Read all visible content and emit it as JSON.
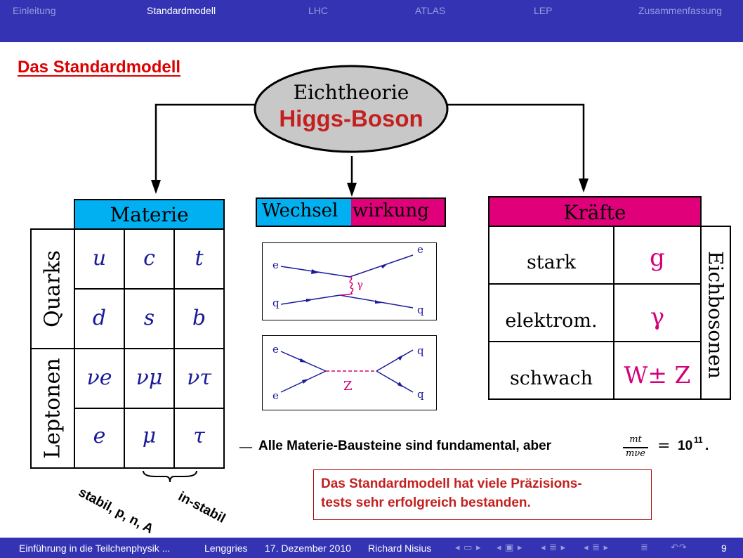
{
  "nav": {
    "items": [
      "Einleitung",
      "Standardmodell",
      "LHC",
      "ATLAS",
      "LEP",
      "Zusammenfassung"
    ],
    "active": "Standardmodell"
  },
  "slide_title": "Das Standardmodell",
  "center": {
    "line1": "Eichtheorie",
    "line2": "Higgs-Boson"
  },
  "materie": {
    "header": "Materie",
    "quarks_label": "Quarks",
    "leptonen_label": "Leptonen",
    "rows": [
      [
        "u",
        "c",
        "t"
      ],
      [
        "d",
        "s",
        "b"
      ],
      [
        "νe",
        "νμ",
        "ντ"
      ],
      [
        "e",
        "μ",
        "τ"
      ]
    ],
    "stable_note": "stabil, p, n, A",
    "unstable_note": "in-stabil"
  },
  "wechselwirkung": {
    "header_part1": "Wechsel",
    "header_part2": "wirkung",
    "diagram1": {
      "e_in": "e",
      "q_in": "q",
      "e_out": "e",
      "q_out": "q",
      "boson": "γ"
    },
    "diagram2": {
      "e_top": "e",
      "e_bottom": "e",
      "q_top": "q",
      "q_bottom": "q",
      "boson": "Z"
    }
  },
  "kraefte": {
    "header": "Kräfte",
    "side_label": "Eichbosonen",
    "rows": [
      {
        "name": "stark",
        "boson": "g"
      },
      {
        "name": "elektrom.",
        "boson": "γ"
      },
      {
        "name": "schwach",
        "boson": "W± Z"
      }
    ]
  },
  "statement": {
    "dash": "—",
    "text": "Alle Materie-Bausteine sind fundamental, aber",
    "numerator": "mt",
    "denominator": "mνe",
    "equals": "=",
    "result": "10",
    "exponent": "11",
    "period": "."
  },
  "info_box": {
    "line1": "Das Standardmodell hat viele Präzisions-",
    "line2": "tests sehr erfolgreich bestanden."
  },
  "footer": {
    "title": "Einführung in die Teilchenphysik ...",
    "location": "Lenggries",
    "date": "17. Dezember 2010",
    "author": "Richard Nisius",
    "page": "9"
  },
  "colors": {
    "bar": "#3333b3",
    "cyan": "#00b0f0",
    "magenta": "#e0007a",
    "title_red": "#dd0000"
  }
}
